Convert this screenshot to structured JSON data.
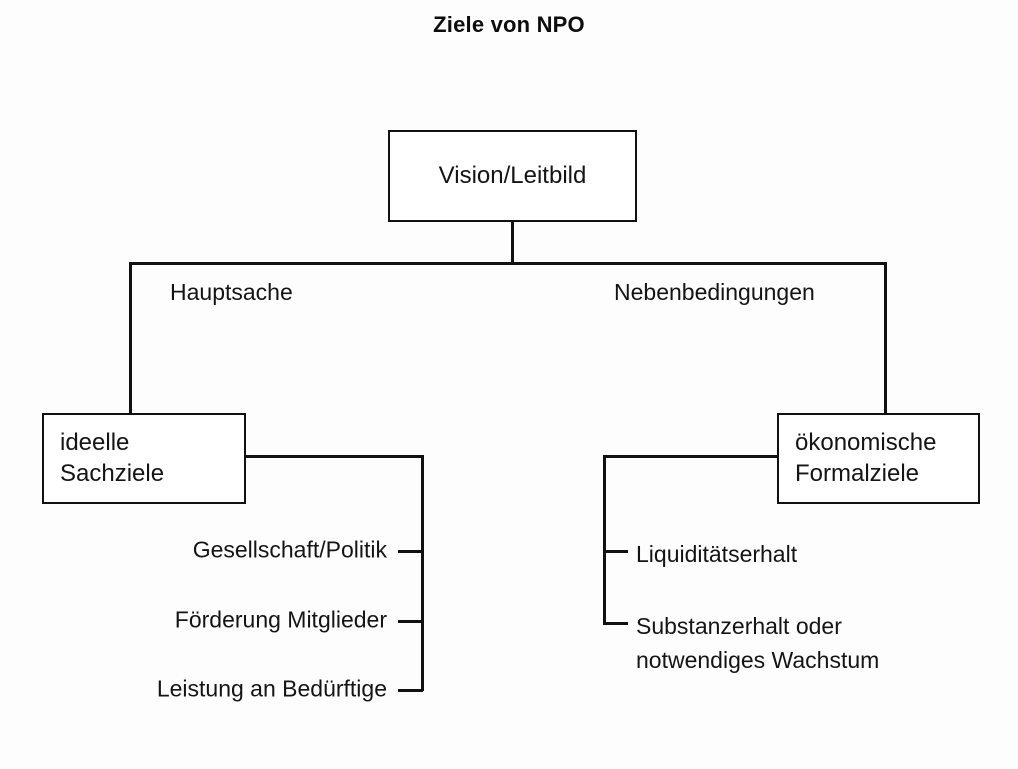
{
  "diagram": {
    "title": "Ziele von NPO",
    "root": {
      "label": "Vision/Leitbild"
    },
    "branches": [
      {
        "label": "Hauptsache",
        "side": "left",
        "box": "ideelle\nSachziele",
        "items": [
          "Gesellschaft/Politik",
          "Förderung Mitglieder",
          "Leistung an Bedürftige"
        ]
      },
      {
        "label": "Nebenbedingungen",
        "side": "right",
        "box": "ökonomische\nFormalziele",
        "items": [
          "Liquiditätserhalt",
          "Substanzerhalt oder\nnotwendiges Wachstum"
        ]
      }
    ],
    "colors": {
      "line": "#111111",
      "text": "#141414",
      "background": "#fdfdfd"
    }
  }
}
